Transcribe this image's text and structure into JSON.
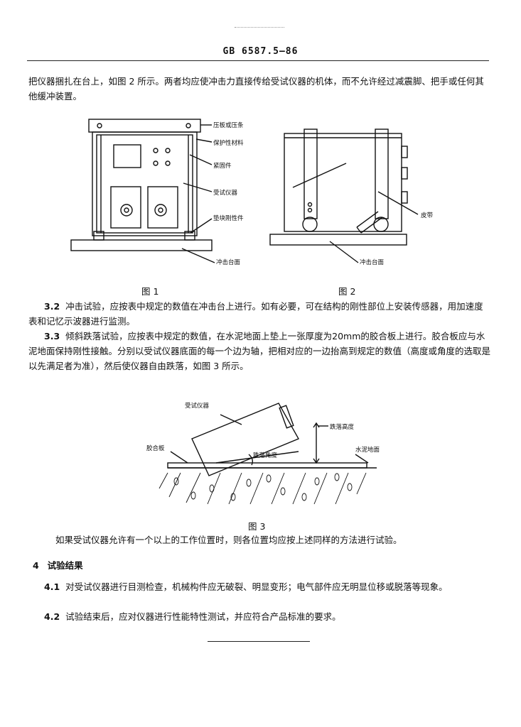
{
  "header": {
    "standard_no": "GB 6587.5—86"
  },
  "intro": {
    "text": "把仪器捆扎在台上，如图 2 所示。两者均应使冲击力直接传给受试仪器的机体，而不允许经过减震脚、把手或任何其他缓冲装置。"
  },
  "figure1": {
    "caption": "图 1",
    "labels": {
      "clamp": "压板或压条",
      "protect": "保护性材料",
      "fastener": "紧固件",
      "device": "受试仪器",
      "block": "垫块刚性件",
      "table": "冲击台面"
    }
  },
  "figure2": {
    "caption": "图 2",
    "labels": {
      "belt": "皮带",
      "table": "冲击台面"
    }
  },
  "sec_3_2": {
    "num": "3.2",
    "text": "冲击试验，应按表中规定的数值在冲击台上进行。如有必要，可在结构的刚性部位上安装传感器，用加速度表和记忆示波器进行监测。"
  },
  "sec_3_3": {
    "num": "3.3",
    "text": "倾斜跌落试验，应按表中规定的数值，在水泥地面上垫上一张厚度为20mm的胶合板上进行。胶合板应与水泥地面保持刚性接触。分别以受试仪器底面的每一个边为轴，把相对应的一边抬高到规定的数值（高度或角度的选取是以先满足者为准），然后使仪器自由跌落，如图 3 所示。"
  },
  "figure3": {
    "caption": "图 3",
    "labels": {
      "device": "受试仪器",
      "drop_height": "跌落高度",
      "plywood": "胶合板",
      "drop_angle": "跌落角度",
      "floor": "水泥地面"
    }
  },
  "note": {
    "text": "如果受试仪器允许有一个以上的工作位置时，则各位置均应按上述同样的方法进行试验。"
  },
  "sec_4": {
    "num": "4",
    "title": "试验结果"
  },
  "sec_4_1": {
    "num": "4.1",
    "text": "对受试仪器进行目测检查，机械构件应无破裂、明显变形；电气部件应无明显位移或脱落等现象。"
  },
  "sec_4_2": {
    "num": "4.2",
    "text": "试验结束后，应对仪器进行性能特性测试，并应符合产品标准的要求。"
  }
}
